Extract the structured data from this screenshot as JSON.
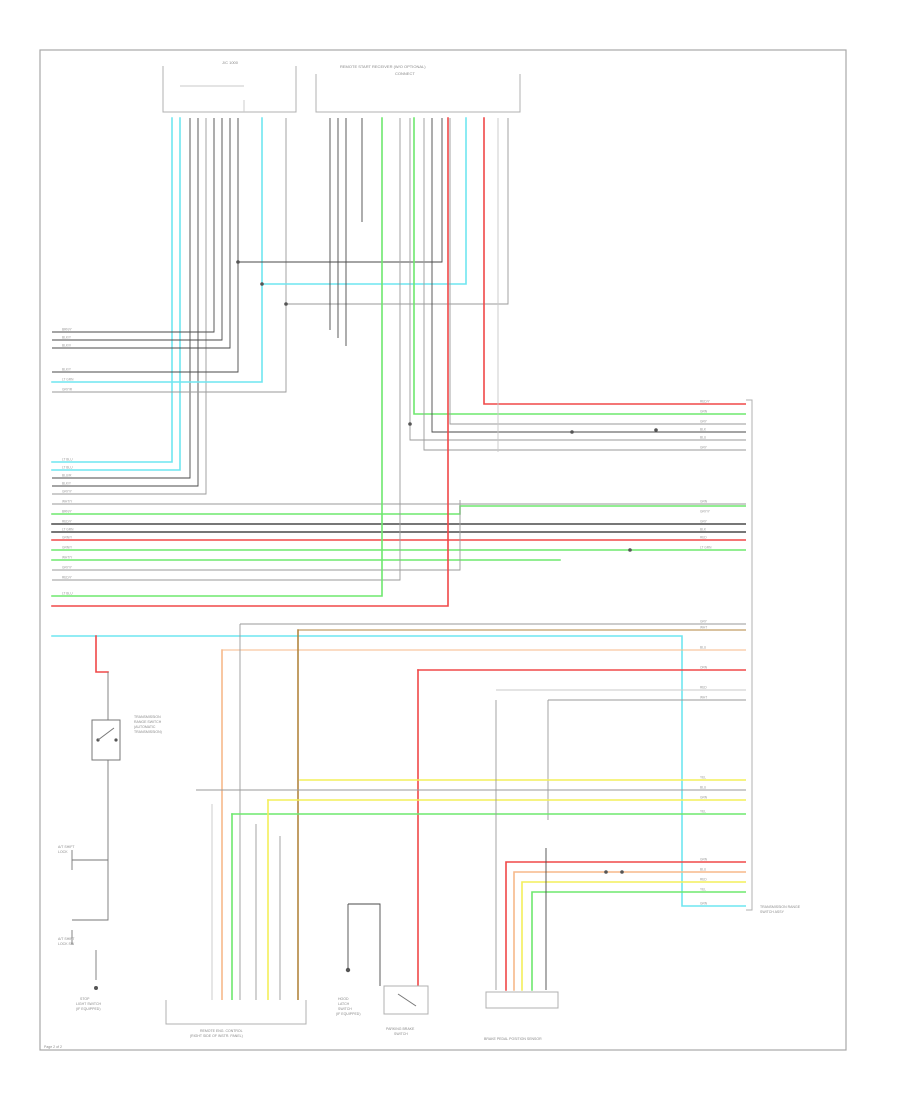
{
  "page_label": "Page 2 of 2",
  "colors": {
    "red": "#f04848",
    "green": "#6ee86e",
    "cyan": "#6fe6f0",
    "yellow": "#f3ef5a",
    "orange": "#f7b98a",
    "blk": "#4a4a4a",
    "gry": "#9a9a9a",
    "lightgry": "#c9c9c9",
    "brn": "#b3863f"
  },
  "components": {
    "top_left": {
      "line1": "J/C 1000",
      "line2": ""
    },
    "top_right": {
      "line1": "REMOTE START RECEIVER (W/O OPTIONAL)",
      "line2": "CONNECT"
    },
    "right_unit": {
      "line1": "TRANSMISSION RANGE",
      "line2": "SWITCH ASSY"
    },
    "trans_range": {
      "line1": "TRANSMISSION",
      "line2": "RANGE SWITCH",
      "line3": "(AUTOMATIC",
      "line4": "TRANSMISSION)"
    },
    "sw_left_a": {
      "line1": "A/T SHIFT",
      "line2": "LOCK"
    },
    "sw_left_b": {
      "line1": "A/T SHIFT",
      "line2": "LOCK SW"
    },
    "bottom_left": {
      "line1": "STOP",
      "line2": "LIGHT SWITCH",
      "line3": "(IF EQUIPPED)"
    },
    "bottom_mid": {
      "line1": "REMOTE ENG. CONTROL",
      "line2": "(RIGHT SIDE OF INSTR. PANEL)"
    },
    "bottom_center": {
      "line1": "HOOD",
      "line2": "LATCH",
      "line3": "SWITCH",
      "line4": "(IF EQUIPPED)"
    },
    "bottom_center2": {
      "line1": "PARKING BRAKE",
      "line2": "SWITCH"
    },
    "bottom_right": {
      "line1": "BRAKE PEDAL POSITION SENSOR"
    }
  },
  "left_labels": [
    "BRN/Y",
    "BLK/Y",
    "BLK/V",
    "BLK/Y",
    "LT GRN",
    "GRY/R",
    "LT BLU",
    "LT BLU",
    "BLU/R",
    "BLK/Y",
    "GRY/Y",
    "WHT/Y",
    "BRN/Y",
    "RED/Y",
    "LT GRN",
    "GRN/Y",
    "GRN/Y",
    "WHT/Y",
    "GRY/Y",
    "RED/Y",
    "LT BLU"
  ],
  "right_labels": [
    "RED/Y",
    "GRN",
    "GRY",
    "BLK",
    "BLU",
    "GRY",
    "GRN",
    "GRY/Y",
    "GRY",
    "BLK",
    "RED",
    "LT GRN",
    "GRY",
    "WHT",
    "BLU",
    "ORN",
    "RED",
    "WHT",
    "YEL",
    "BLU",
    "GRN",
    "YEL",
    "GRN",
    "BLU",
    "RED",
    "YEL",
    "GRN",
    "LT BLU"
  ]
}
